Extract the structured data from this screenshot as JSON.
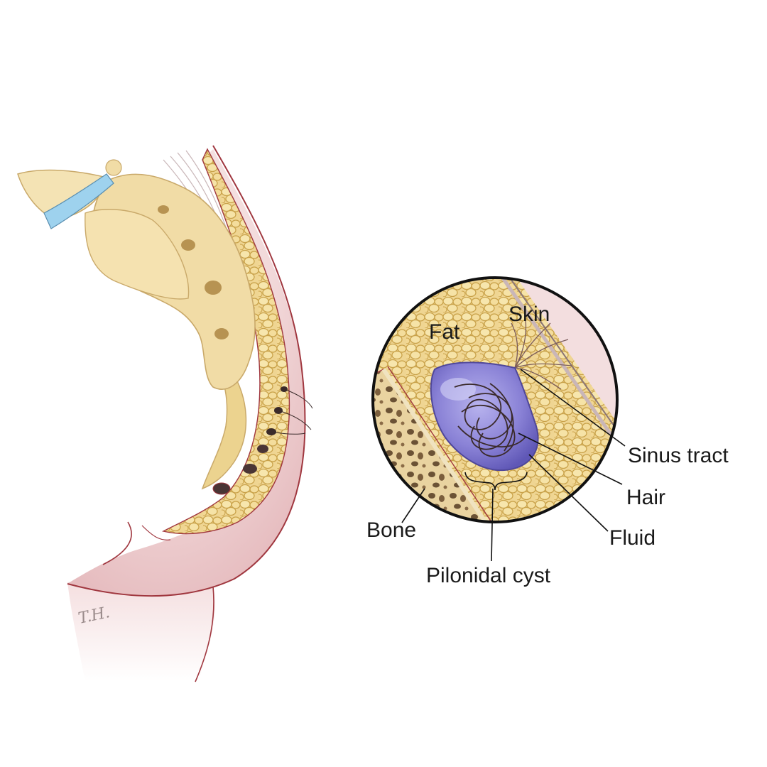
{
  "labels": {
    "skin": "Skin",
    "fat": "Fat",
    "sinus_tract": "Sinus tract",
    "hair": "Hair",
    "fluid": "Fluid",
    "bone": "Bone",
    "pilonidal_cyst": "Pilonidal cyst"
  },
  "colors": {
    "bone": "#efd9a0",
    "bone_shadow": "#c9a96a",
    "fat": "#e8c877",
    "skin_tissue": "#f2dbdc",
    "skin_outline": "#a0373f",
    "cyst": "#8d86d8",
    "disc": "#9ed2ee"
  },
  "signature": "T.H."
}
